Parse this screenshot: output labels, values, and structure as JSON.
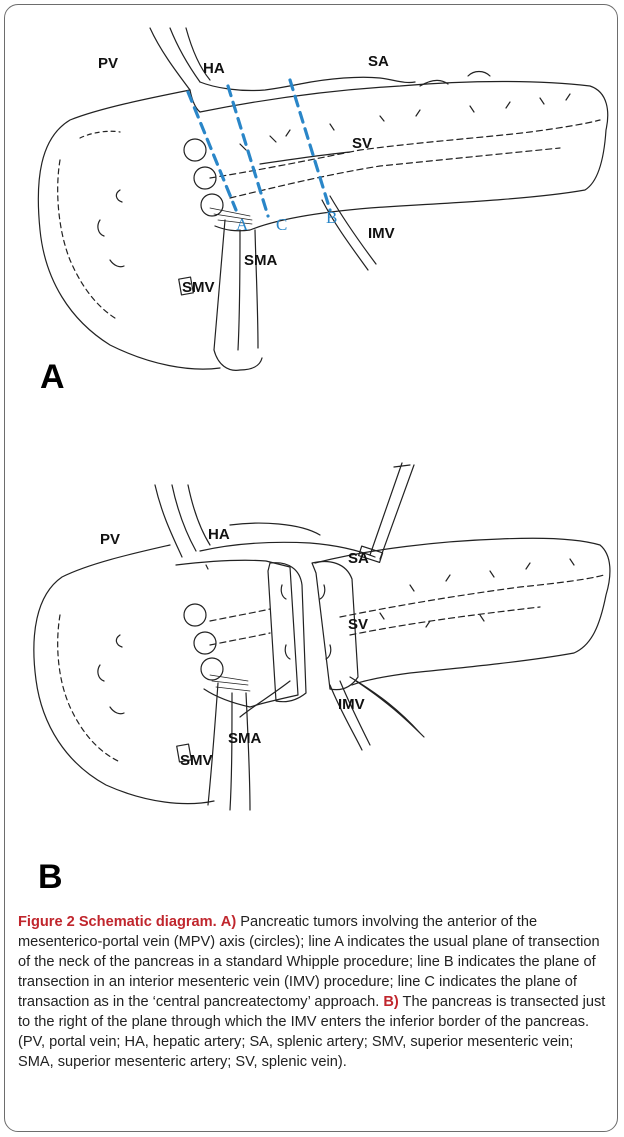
{
  "panel_a": {
    "letter": "A",
    "labels": {
      "pv": "PV",
      "ha": "HA",
      "sa": "SA",
      "sv": "SV",
      "imv": "IMV",
      "sma": "SMA",
      "smv": "SMV"
    },
    "cut_lines": {
      "a": "A",
      "c": "C",
      "b": "B"
    }
  },
  "panel_b": {
    "letter": "B",
    "labels": {
      "pv": "PV",
      "ha": "HA",
      "sa": "SA",
      "sv": "SV",
      "imv": "IMV",
      "sma": "SMA",
      "smv": "SMV"
    }
  },
  "caption": {
    "figure_label": "Figure 2 Schematic diagram.",
    "part_a_label": "A)",
    "part_a_text": "Pancreatic tumors involving the anterior of the mesenterico-portal vein (MPV) axis (circles); line A indicates the usual plane of transection of the neck of the pancreas in a standard Whipple procedure; line B indicates the plane of transection in an interior mesenteric vein (IMV) procedure; line C indicates the plane of transaction as in the ‘central pancreatectomy’ approach.",
    "part_b_label": "B)",
    "part_b_text": "The pancreas is transected just to the right of the plane through which the IMV enters the inferior border of the pancreas. (PV, portal vein; HA, hepatic artery; SA, splenic artery; SMV, superior mesenteric vein; SMA, superior mesenteric artery; SV, splenic vein)."
  },
  "colors": {
    "cut_line": "#2a86c8",
    "caption_accent": "#c0262d",
    "frame": "#6d6d6d"
  }
}
